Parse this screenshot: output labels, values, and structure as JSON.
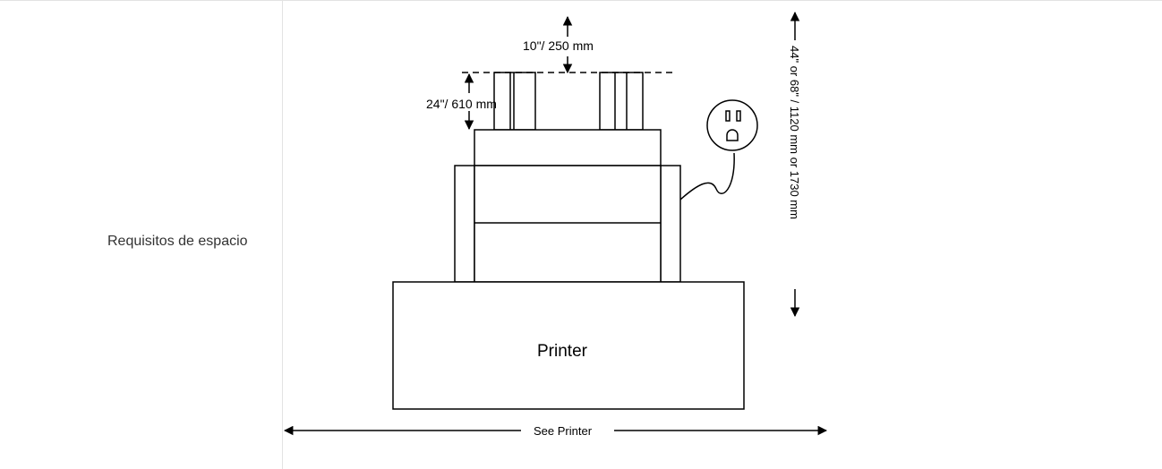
{
  "row": {
    "label": "Requisitos de espacio"
  },
  "diagram": {
    "top_clearance": "10\"/ 250 mm",
    "upper_height": "24\"/ 610 mm",
    "total_height": "44\" or 68\" / 1120 mm or 1730 mm",
    "printer_label": "Printer",
    "width_label": "See Printer"
  },
  "icons": {
    "outlet": "power-outlet-icon"
  }
}
